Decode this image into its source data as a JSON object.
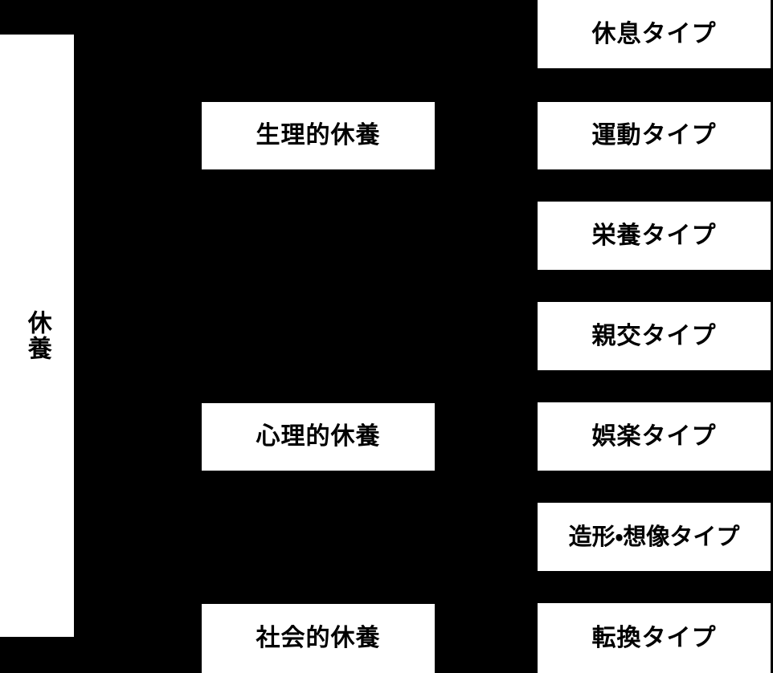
{
  "diagram": {
    "type": "hierarchy-tree",
    "background_color": "#000000",
    "node_fill_color": "#ffffff",
    "node_text_color": "#000000",
    "levels": 3,
    "root": {
      "label": "休養",
      "orientation": "vertical"
    },
    "level2": [
      {
        "label": "生理的休養"
      },
      {
        "label": "心理的休養"
      },
      {
        "label": "社会的休養"
      }
    ],
    "level3": [
      {
        "label": "休息タイプ"
      },
      {
        "label": "運動タイプ"
      },
      {
        "label": "栄養タイプ"
      },
      {
        "label": "親交タイプ"
      },
      {
        "label": "娯楽タイプ"
      },
      {
        "label": "造形・想像タイプ"
      },
      {
        "label": "転換タイプ"
      }
    ]
  }
}
